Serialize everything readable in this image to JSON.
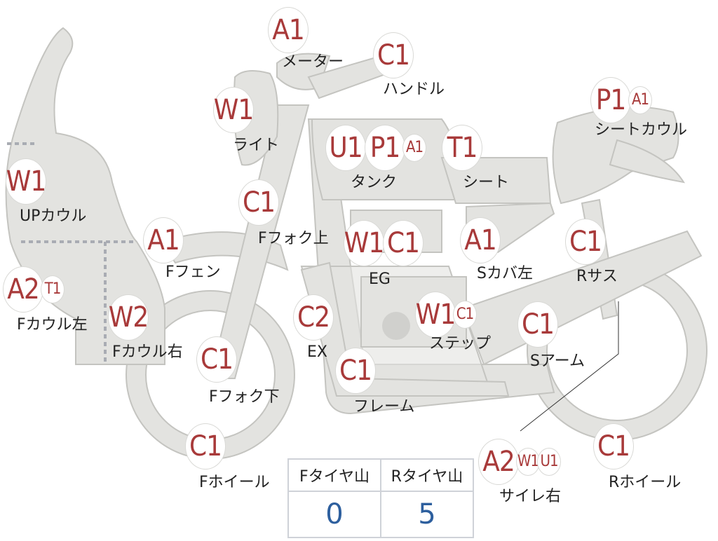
{
  "parts": [
    {
      "id": "meter",
      "label": "メーター",
      "badges": [
        {
          "code": "A1"
        }
      ]
    },
    {
      "id": "handle",
      "label": "ハンドル",
      "badges": [
        {
          "code": "C1"
        }
      ]
    },
    {
      "id": "light",
      "label": "ライト",
      "badges": [
        {
          "code": "W1"
        }
      ]
    },
    {
      "id": "tank",
      "label": "タンク",
      "badges": [
        {
          "code": "U1"
        },
        {
          "code": "P1"
        },
        {
          "code": "A1",
          "small": true
        }
      ]
    },
    {
      "id": "seat",
      "label": "シート",
      "badges": [
        {
          "code": "T1"
        }
      ]
    },
    {
      "id": "seat-cowl",
      "label": "シートカウル",
      "badges": [
        {
          "code": "P1"
        },
        {
          "code": "A1",
          "small": true
        }
      ]
    },
    {
      "id": "up-cowl",
      "label": "UPカウル",
      "badges": [
        {
          "code": "W1"
        }
      ]
    },
    {
      "id": "f-fork-upper",
      "label": "Fフォク上",
      "badges": [
        {
          "code": "C1"
        }
      ]
    },
    {
      "id": "eg",
      "label": "EG",
      "badges": [
        {
          "code": "W1"
        },
        {
          "code": "C1"
        }
      ]
    },
    {
      "id": "s-cover-left",
      "label": "Sカバ左",
      "badges": [
        {
          "code": "A1"
        }
      ]
    },
    {
      "id": "r-sus",
      "label": "Rサス",
      "badges": [
        {
          "code": "C1"
        }
      ]
    },
    {
      "id": "f-fender",
      "label": "Fフェン",
      "badges": [
        {
          "code": "A1"
        }
      ]
    },
    {
      "id": "f-cowl-left",
      "label": "Fカウル左",
      "badges": [
        {
          "code": "A2"
        },
        {
          "code": "T1",
          "small": true
        }
      ]
    },
    {
      "id": "f-cowl-right",
      "label": "Fカウル右",
      "badges": [
        {
          "code": "W2"
        }
      ]
    },
    {
      "id": "ex",
      "label": "EX",
      "badges": [
        {
          "code": "C2"
        }
      ]
    },
    {
      "id": "step",
      "label": "ステップ",
      "badges": [
        {
          "code": "W1"
        },
        {
          "code": "C1",
          "small": true
        }
      ]
    },
    {
      "id": "s-arm",
      "label": "Sアーム",
      "badges": [
        {
          "code": "C1"
        }
      ]
    },
    {
      "id": "f-fork-lower",
      "label": "Fフォク下",
      "badges": [
        {
          "code": "C1"
        }
      ]
    },
    {
      "id": "frame",
      "label": "フレーム",
      "badges": [
        {
          "code": "C1"
        }
      ]
    },
    {
      "id": "f-wheel",
      "label": "Fホイール",
      "badges": [
        {
          "code": "C1"
        }
      ]
    },
    {
      "id": "silencer-right",
      "label": "サイレ右",
      "badges": [
        {
          "code": "A2"
        },
        {
          "code": "W1",
          "small": true
        },
        {
          "code": "U1",
          "small": true
        }
      ]
    },
    {
      "id": "r-wheel",
      "label": "Rホイール",
      "badges": [
        {
          "code": "C1"
        }
      ]
    }
  ],
  "tire_table": {
    "headers": [
      "Fタイヤ山",
      "Rタイヤ山"
    ],
    "values": [
      "0",
      "5"
    ]
  },
  "colors": {
    "badge_text": "#a83a3a",
    "value_text": "#2d5f9e",
    "bike_fill": "#e3e3e0"
  }
}
